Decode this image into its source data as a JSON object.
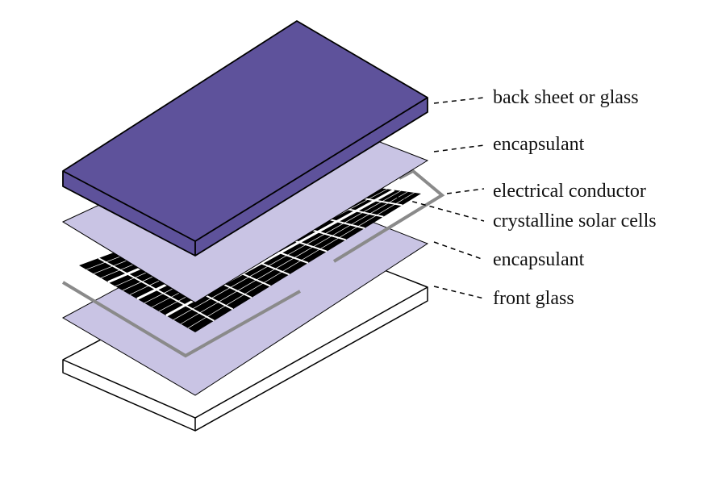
{
  "colors": {
    "back_sheet": "#5e529b",
    "encapsulant": "#c9c4e4",
    "conductor": "#8a8a8a",
    "cells": "#000000",
    "cell_lines": "#ffffff",
    "front_glass": "#ffffff",
    "outline": "#000000"
  },
  "layers": [
    {
      "id": "back_sheet",
      "label": "back sheet or glass"
    },
    {
      "id": "encapsulant_top",
      "label": "encapsulant"
    },
    {
      "id": "electrical_conductor",
      "label": "electrical conductor"
    },
    {
      "id": "solar_cells",
      "label": "crystalline solar cells"
    },
    {
      "id": "encapsulant_bottom",
      "label": "encapsulant"
    },
    {
      "id": "front_glass",
      "label": "front glass"
    }
  ]
}
